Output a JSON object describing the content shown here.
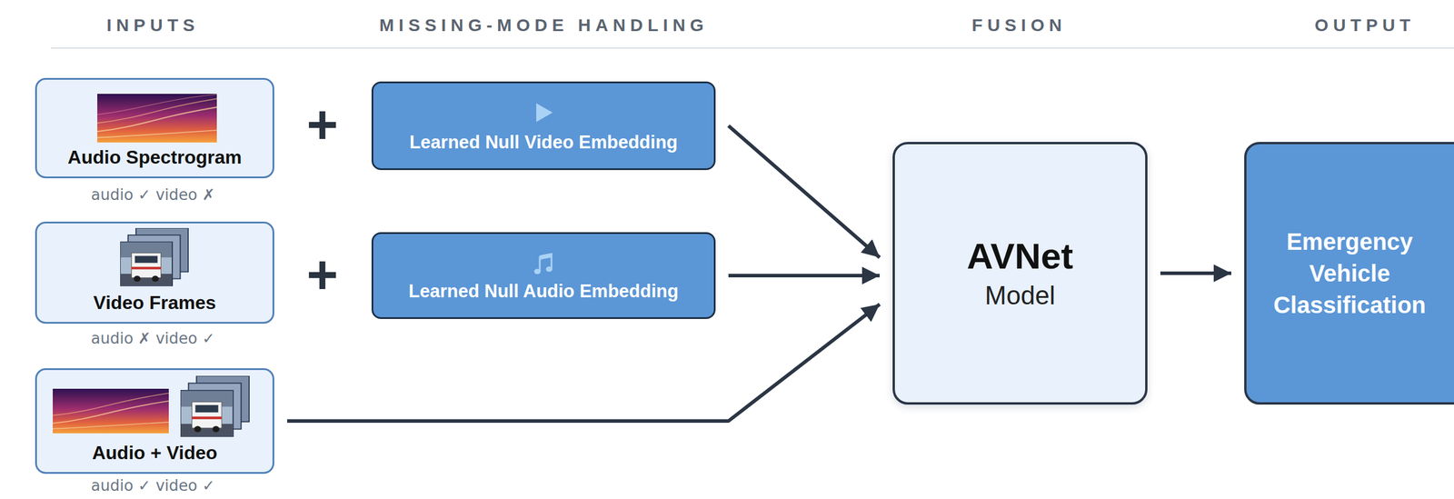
{
  "diagram": {
    "nodes": [
      {
        "text": [
          "Audio Spectrogram"
        ]
      },
      {
        "text": [
          "Learned Null Video Embedding"
        ]
      },
      {
        "text": [
          "Video Frames"
        ]
      },
      {
        "text": [
          "Learned Null Audio Embedding"
        ]
      },
      {
        "text": [
          "Audio + Video"
        ]
      },
      {
        "text": [
          "AVNet",
          "Model"
        ]
      },
      {
        "text": [
          "Emergency Vehicle Classification"
        ]
      }
    ],
    "edges": [
      {
        "from": 1,
        "to": 5,
        "arrow": "to"
      },
      {
        "from": 3,
        "to": 5,
        "arrow": "to"
      },
      {
        "from": 4,
        "to": 5,
        "arrow": "to"
      },
      {
        "from": 5,
        "to": 6,
        "arrow": "to"
      }
    ],
    "labels": [
      "INPUTS",
      "MISSING-MODE HANDLING",
      "FUSION",
      "OUTPUT",
      "+",
      "+",
      "audio ✓ video ✗",
      "audio ✗ video ✓",
      "audio ✓ video ✓"
    ]
  }
}
